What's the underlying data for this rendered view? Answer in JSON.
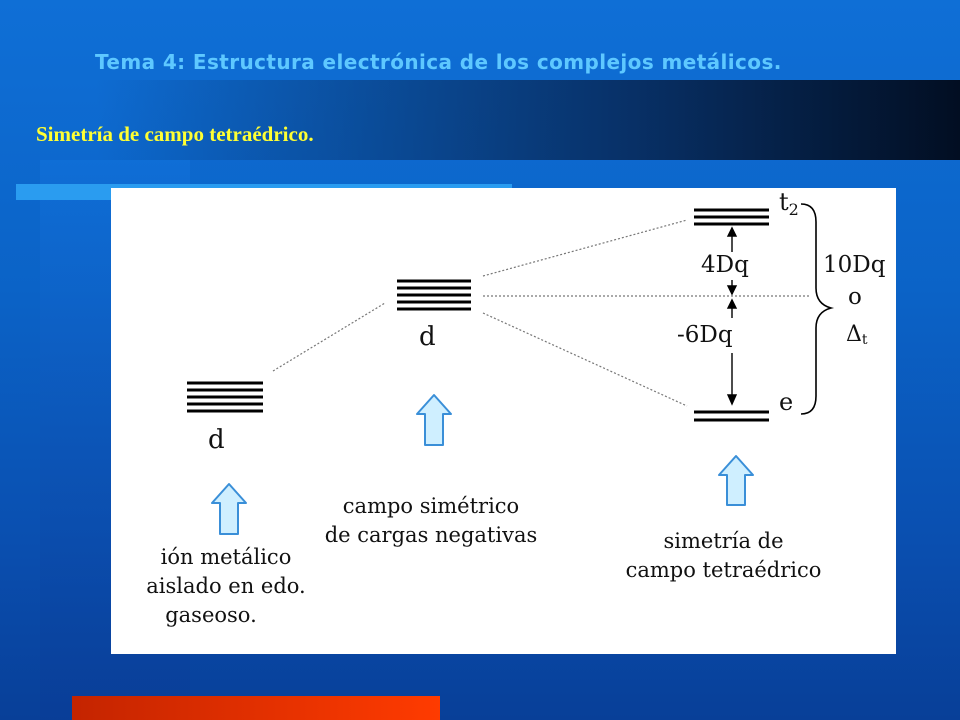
{
  "slide": {
    "title": "Tema 4:  Estructura electrónica de los complejos metálicos.",
    "subtitle": "Simetría de campo tetraédrico."
  },
  "colors": {
    "background": "#0b63c7",
    "title": "#5ec8ff",
    "subtitle": "#ffff33",
    "accent_bar": "#ff3300",
    "arrow_fill": "#cfefff",
    "arrow_stroke": "#3a8fd8"
  },
  "diagram": {
    "free_ion": {
      "level_label": "d",
      "caption": [
        "ión metálico",
        "aislado en edo.",
        "gaseoso."
      ]
    },
    "spherical_field": {
      "level_label": "d",
      "caption": [
        "campo simétrico",
        "de cargas negativas"
      ]
    },
    "tetrahedral_field": {
      "upper_label": "t",
      "upper_subscript": "2",
      "lower_label": "e",
      "caption": [
        "simetría de",
        "campo tetraédrico"
      ]
    },
    "energies": {
      "upper_gap": "4Dq",
      "lower_gap": "-6Dq",
      "total_line1": "10Dq",
      "total_line2": "o",
      "total_symbol": "Δ",
      "total_subscript": "t"
    }
  }
}
